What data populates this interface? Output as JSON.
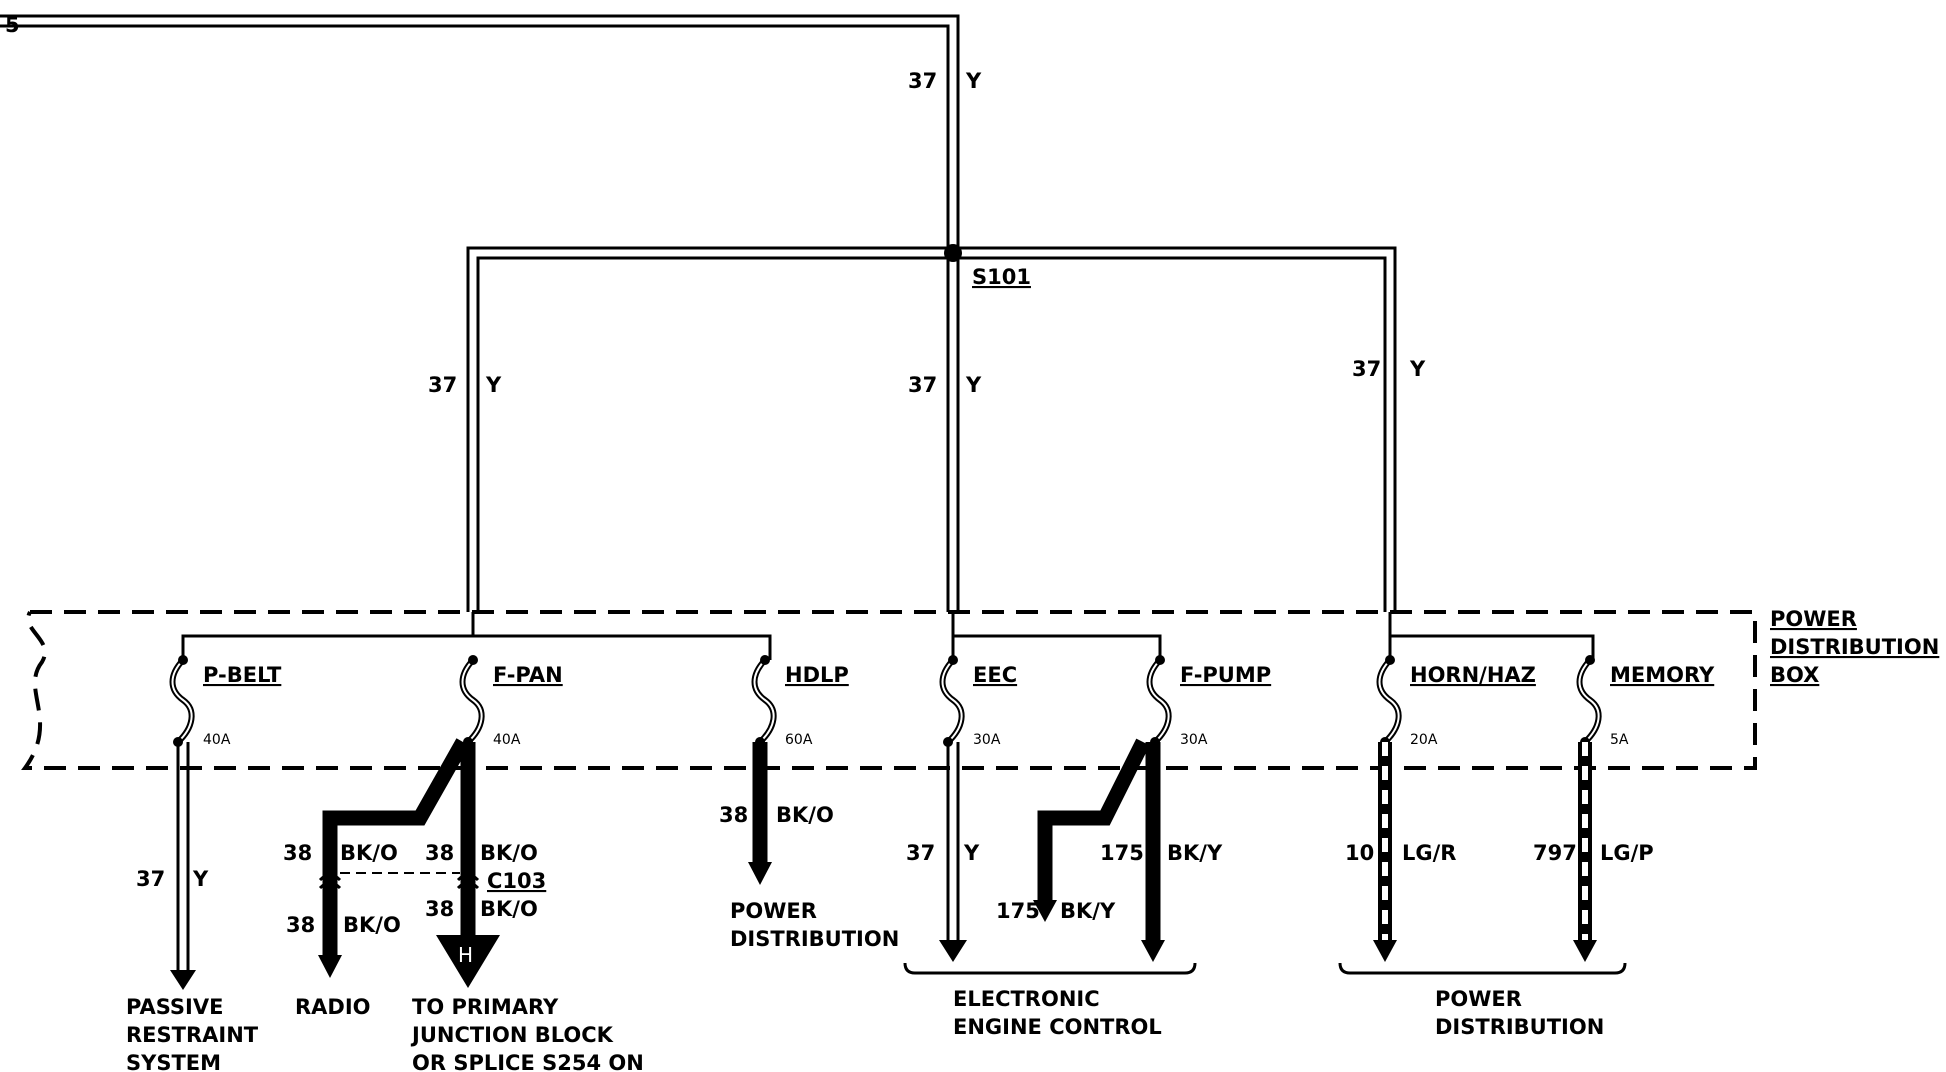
{
  "top_wire": {
    "circuit": "37",
    "color": "Y"
  },
  "splice": {
    "label": "S101"
  },
  "branches": {
    "left": {
      "circuit": "37",
      "color": "Y"
    },
    "middle": {
      "circuit": "37",
      "color": "Y"
    },
    "right": {
      "circuit": "37",
      "color": "Y"
    }
  },
  "box_label": [
    "POWER",
    "DISTRIBUTION",
    "BOX"
  ],
  "fuses": [
    {
      "name": "P-BELT",
      "rating": "40A"
    },
    {
      "name": "F-PAN",
      "rating": "40A"
    },
    {
      "name": "HDLP",
      "rating": "60A"
    },
    {
      "name": "EEC",
      "rating": "30A"
    },
    {
      "name": "F-PUMP",
      "rating": "30A"
    },
    {
      "name": "HORN/HAZ",
      "rating": "20A"
    },
    {
      "name": "MEMORY",
      "rating": "5A"
    }
  ],
  "wires": {
    "pbelt": {
      "circuit": "37",
      "color": "Y"
    },
    "fpan_a": {
      "circuit": "38",
      "color": "BK/O"
    },
    "fpan_b": {
      "circuit": "38",
      "color": "BK/O"
    },
    "radio": {
      "circuit": "38",
      "color": "BK/O"
    },
    "primary": {
      "circuit": "38",
      "color": "BK/O"
    },
    "hdlp": {
      "circuit": "38",
      "color": "BK/O"
    },
    "eec": {
      "circuit": "37",
      "color": "Y"
    },
    "fpump_a": {
      "circuit": "175",
      "color": "BK/Y"
    },
    "fpump_b": {
      "circuit": "175",
      "color": "BK/Y"
    },
    "horn": {
      "circuit": "10",
      "color": "LG/R"
    },
    "memory": {
      "circuit": "797",
      "color": "LG/P"
    }
  },
  "connector": {
    "label": "C103"
  },
  "connector_glyph": "H",
  "destinations": {
    "passive": [
      "PASSIVE",
      "RESTRAINT",
      "SYSTEM"
    ],
    "radio": "RADIO",
    "primary": [
      "TO PRIMARY",
      "JUNCTION BLOCK",
      "OR SPLICE S254 ON"
    ],
    "power1": [
      "POWER",
      "DISTRIBUTION"
    ],
    "eec": [
      "ELECTRONIC",
      "ENGINE CONTROL"
    ],
    "power2": [
      "POWER",
      "DISTRIBUTION"
    ]
  },
  "edge_glyph": "5"
}
